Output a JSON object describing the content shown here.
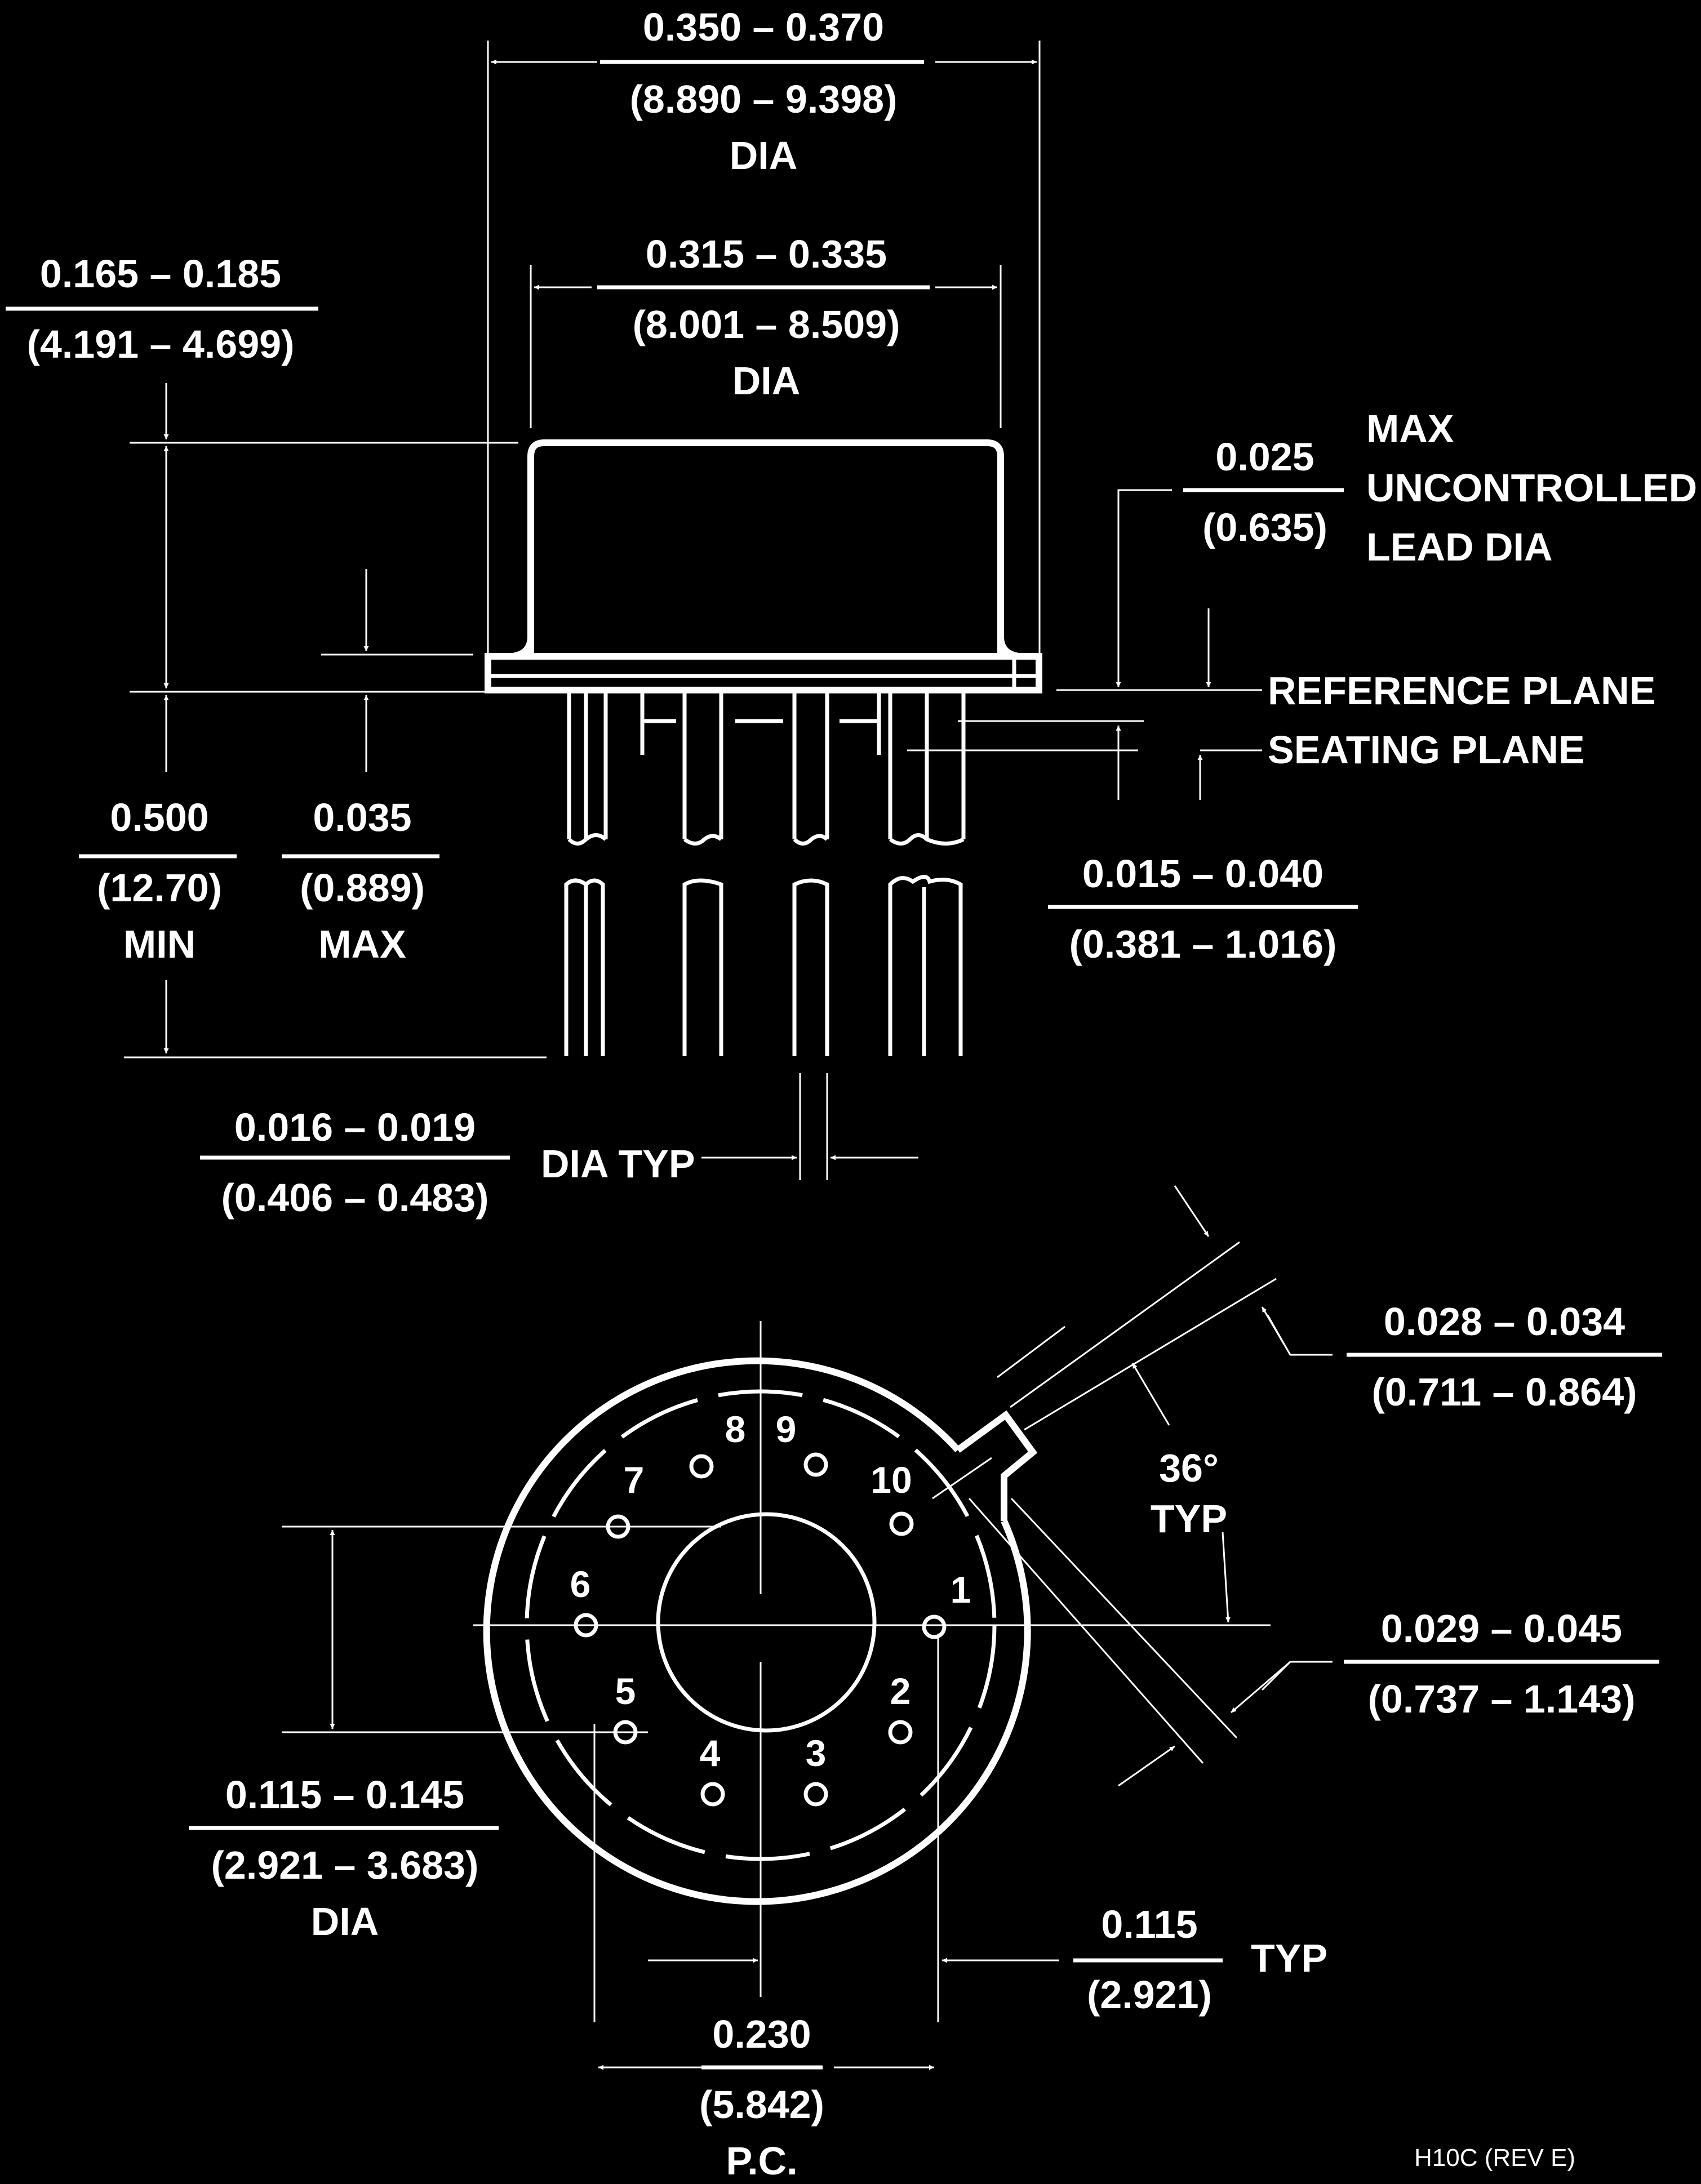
{
  "diagram": {
    "dims": {
      "top_dia": {
        "inch": "0.350 – 0.370",
        "mm": "(8.890 – 9.398)",
        "note": "DIA"
      },
      "cap_dia": {
        "inch": "0.315 – 0.335",
        "mm": "(8.001 – 8.509)",
        "note": "DIA"
      },
      "height": {
        "inch": "0.165 – 0.185",
        "mm": "(4.191 – 4.699)"
      },
      "lead_unctrl": {
        "inch": "0.025",
        "mm": "(0.635)",
        "note1": "MAX",
        "note2": "UNCONTROLLED",
        "note3": "LEAD DIA"
      },
      "reference_plane": "REFERENCE PLANE",
      "seating_plane": "SEATING PLANE",
      "lead_len": {
        "inch": "0.500",
        "mm": "(12.70)",
        "note": "MIN"
      },
      "flange": {
        "inch": "0.035",
        "mm": "(0.889)",
        "note": "MAX"
      },
      "standoff": {
        "inch": "0.015 – 0.040",
        "mm": "(0.381 – 1.016)"
      },
      "lead_dia": {
        "inch": "0.016 – 0.019",
        "mm": "(0.406 – 0.483)",
        "note": "DIA TYP"
      },
      "tab_width": {
        "inch": "0.028 – 0.034",
        "mm": "(0.711 – 0.864)"
      },
      "angle": {
        "value": "36°",
        "note": "TYP"
      },
      "tab_len": {
        "inch": "0.029 – 0.045",
        "mm": "(0.737 – 1.143)"
      },
      "inner_dia": {
        "inch": "0.115 – 0.145",
        "mm": "(2.921 – 3.683)",
        "note": "DIA"
      },
      "pin_offset": {
        "inch": "0.115",
        "mm": "(2.921)",
        "note": "TYP"
      },
      "pc": {
        "inch": "0.230",
        "mm": "(5.842)",
        "note": "P.C."
      }
    },
    "pins": [
      "1",
      "2",
      "3",
      "4",
      "5",
      "6",
      "7",
      "8",
      "9",
      "10"
    ],
    "revision": "H10C (REV E)"
  }
}
